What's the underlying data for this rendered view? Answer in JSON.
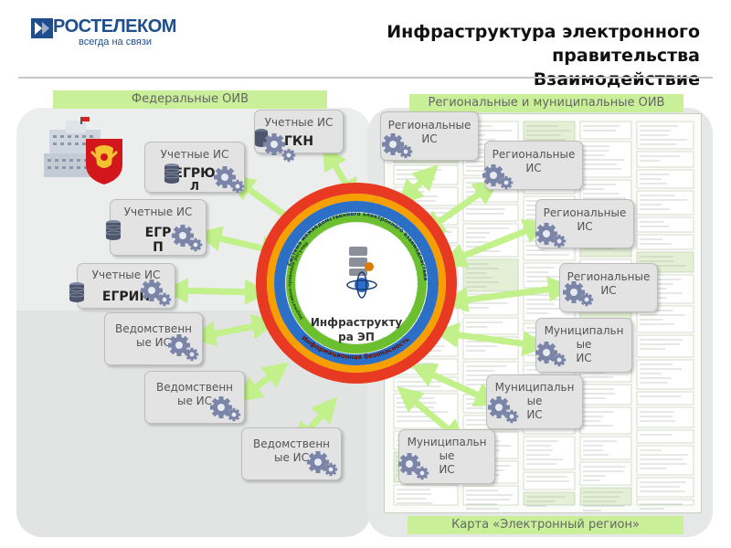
{
  "header": {
    "logo_name": "РОСТЕЛЕКОМ",
    "logo_slogan": "всегда на связи",
    "title_lines": [
      "Инфраструктура электронного",
      "правительства",
      "Взаимодействие"
    ]
  },
  "regions": {
    "federal": "Федеральные ОИВ",
    "regional": "Региональные и муниципальные ОИВ",
    "map": "Карта «Электронный регион»"
  },
  "federal_systems": {
    "gkn": {
      "caption": "Учетные ИС",
      "name": "ГКН"
    },
    "egryul": {
      "caption": "Учетные ИС",
      "name_lines": [
        "ЕГРЮ",
        "Л"
      ]
    },
    "egrp": {
      "caption": "Учетные ИС",
      "name_lines": [
        "ЕГР",
        "П"
      ]
    },
    "egrip": {
      "caption": "Учетные ИС",
      "name": "ЕГРИП"
    },
    "dept1": {
      "lines": [
        "Ведомственн",
        "ые ИС"
      ]
    },
    "dept2": {
      "lines": [
        "Ведомственн",
        "ые ИС"
      ]
    },
    "dept3": {
      "lines": [
        "Ведомственн",
        "ые ИС"
      ]
    }
  },
  "regional_systems": {
    "reg1": {
      "lines": [
        "Региональные",
        "ИС"
      ]
    },
    "reg2": {
      "lines": [
        "Региональные",
        "ИС"
      ]
    },
    "reg3": {
      "lines": [
        "Региональные",
        "ИС"
      ]
    },
    "reg4": {
      "lines": [
        "Региональные",
        "ИС"
      ]
    },
    "mun1": {
      "lines": [
        "Муниципальн",
        "ые",
        "ИС"
      ]
    },
    "mun2": {
      "lines": [
        "Муниципальн",
        "ые",
        "ИС"
      ]
    },
    "mun3": {
      "lines": [
        "Муниципальн",
        "ые",
        "ИС"
      ]
    }
  },
  "center": {
    "label_lines": [
      "Инфраструкту",
      "ра ЭП"
    ],
    "ring_outer": "Информационная безопасность",
    "ring_inner": "Система межведомственного электронного взаимодействия",
    "ring_mid": "Нормативно-правовое регулирование"
  },
  "colors": {
    "label_bar": "#c9ef98",
    "arrow": "#c2f08a",
    "ring_red": "#e83a22",
    "ring_orange": "#f5a000",
    "ring_blue": "#2c6fc6",
    "ring_green": "#6cc02f",
    "logo_blue": "#1f4e8c"
  }
}
